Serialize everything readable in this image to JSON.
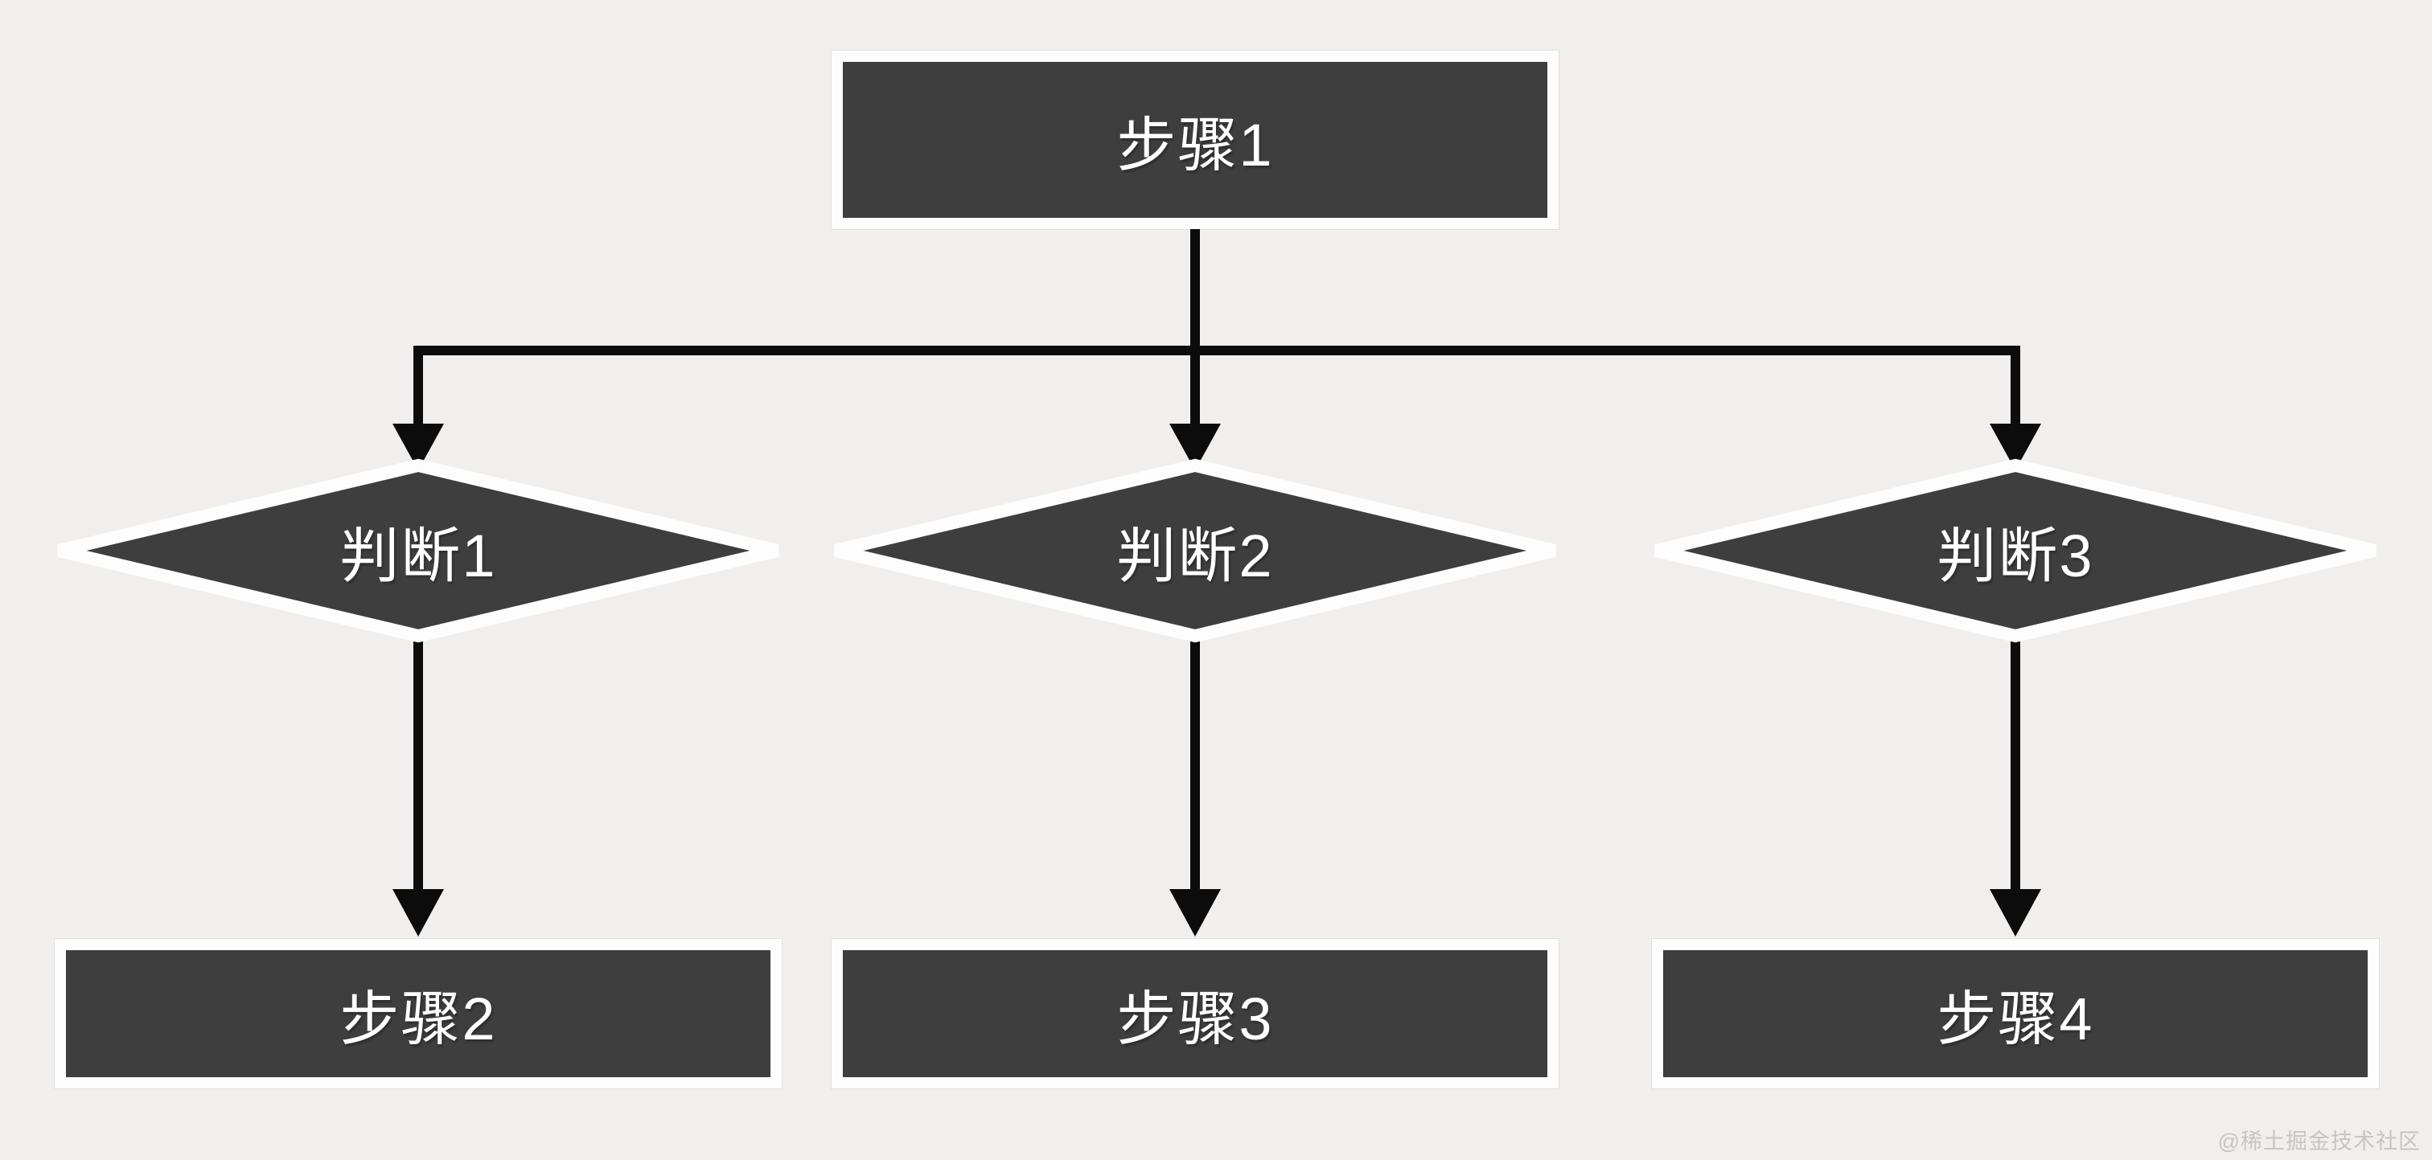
{
  "page": {
    "background_color": "#f0efee",
    "watermark": "@稀土掘金技术社区"
  },
  "flowchart": {
    "style": {
      "node_fill": "#3e3e3e",
      "node_border_color": "#ffffff",
      "connector_color": "#0c0c0c",
      "label_color": "#ffffff"
    },
    "nodes": [
      {
        "id": "step1",
        "type": "process",
        "label": "步骤1"
      },
      {
        "id": "decision1",
        "type": "decision",
        "label": "判断1"
      },
      {
        "id": "decision2",
        "type": "decision",
        "label": "判断2"
      },
      {
        "id": "decision3",
        "type": "decision",
        "label": "判断3"
      },
      {
        "id": "step2",
        "type": "process",
        "label": "步骤2"
      },
      {
        "id": "step3",
        "type": "process",
        "label": "步骤3"
      },
      {
        "id": "step4",
        "type": "process",
        "label": "步骤4"
      }
    ],
    "edges": [
      {
        "from": "步骤1",
        "to": "判断1"
      },
      {
        "from": "步骤1",
        "to": "判断2"
      },
      {
        "from": "步骤1",
        "to": "判断3"
      },
      {
        "from": "判断1",
        "to": "步骤2"
      },
      {
        "from": "判断2",
        "to": "步骤3"
      },
      {
        "from": "判断3",
        "to": "步骤4"
      }
    ]
  }
}
